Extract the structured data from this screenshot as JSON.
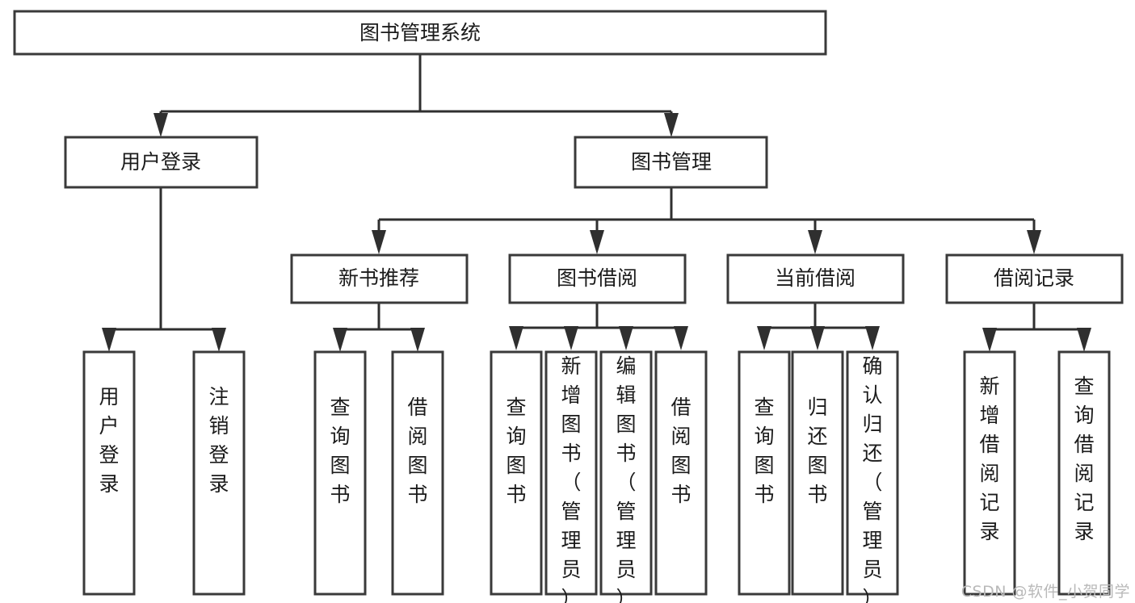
{
  "diagram": {
    "type": "tree",
    "title": "图书管理系统",
    "watermark": "CSDN @软件_小贺同学",
    "colors": {
      "box_fill": "#ffffff",
      "box_stroke": "#3a3a3a",
      "link": "#2f2f2f",
      "text": "#1b1b1b",
      "watermark": "#b9b9b9",
      "background": "#ffffff"
    },
    "levels": {
      "root": {
        "label": "图书管理系统"
      },
      "level2": [
        {
          "label": "用户登录"
        },
        {
          "label": "图书管理"
        }
      ],
      "level3": [
        {
          "label": "新书推荐"
        },
        {
          "label": "图书借阅"
        },
        {
          "label": "当前借阅"
        },
        {
          "label": "借阅记录"
        }
      ]
    },
    "leaves": {
      "user_login": [
        {
          "label": "用户登录"
        },
        {
          "label": "注销登录"
        }
      ],
      "new_book": [
        {
          "label": "查询图书"
        },
        {
          "label": "借阅图书"
        }
      ],
      "book_borrow": [
        {
          "label": "查询图书"
        },
        {
          "label": "新增图书（管理员）"
        },
        {
          "label": "编辑图书（管理员）"
        },
        {
          "label": "借阅图书"
        }
      ],
      "current_borrow": [
        {
          "label": "查询图书"
        },
        {
          "label": "归还图书"
        },
        {
          "label": "确认归还（管理员）"
        }
      ],
      "borrow_record": [
        {
          "label": "新增借阅记录"
        },
        {
          "label": "查询借阅记录"
        }
      ]
    }
  }
}
